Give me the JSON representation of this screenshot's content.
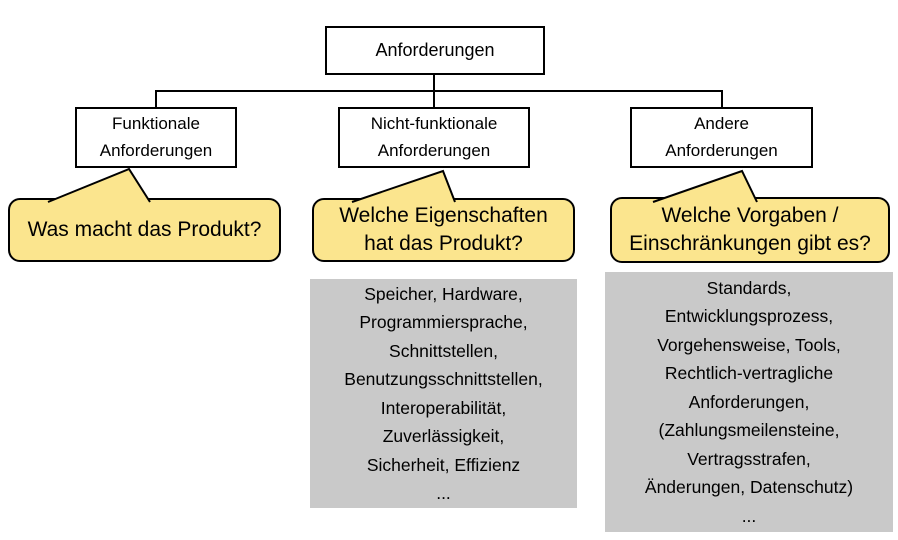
{
  "diagram": {
    "root_label": "Anforderungen",
    "branches": [
      {
        "box_label": "Funktionale\nAnforderungen",
        "question": "Was macht das Produkt?"
      },
      {
        "box_label": "Nicht-funktionale\nAnforderungen",
        "question": "Welche Eigenschaften\nhat das Produkt?",
        "examples": "Speicher, Hardware,\nProgrammiersprache,\nSchnittstellen,\nBenutzungsschnittstellen,\nInteroperabilität,\nZuverlässigkeit,\nSicherheit, Effizienz\n..."
      },
      {
        "box_label": "Andere\nAnforderungen",
        "question": "Welche Vorgaben /\nEinschränkungen gibt es?",
        "examples": "Standards,\nEntwicklungsprozess,\nVorgehensweise, Tools,\nRechtlich-vertragliche\nAnforderungen,\n(Zahlungsmeilensteine,\nVertragsstrafen,\nÄnderungen, Datenschutz)\n..."
      }
    ],
    "colors": {
      "background": "#FFFFFF",
      "text": "#000000",
      "box_border": "#000000",
      "connector": "#000000",
      "callout_fill": "#FBE58E",
      "callout_border": "#000000",
      "examples_fill": "#C9C9C9"
    }
  }
}
